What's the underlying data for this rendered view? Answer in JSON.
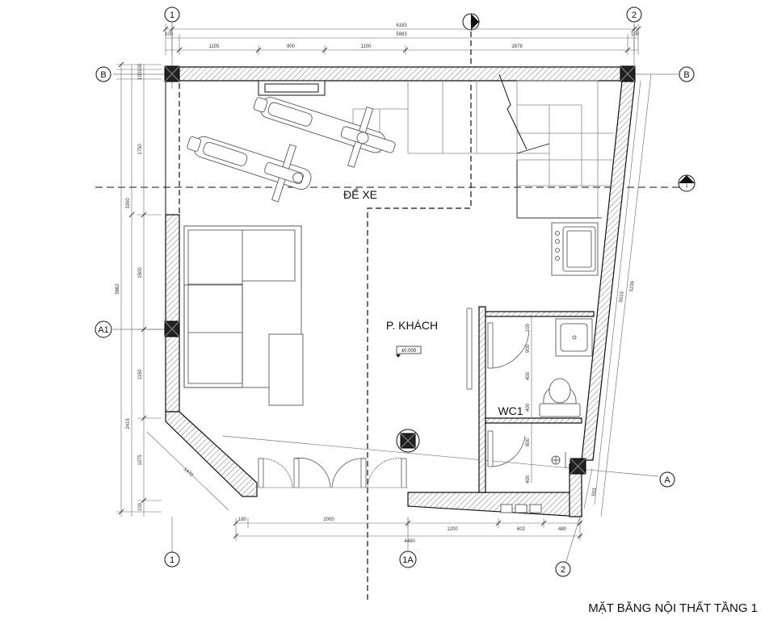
{
  "title": "MẶT BẰNG  NỘI THẤT TẦNG 1",
  "rooms": {
    "parking": "ĐỂ XE",
    "living": "P. KHÁCH",
    "wc": "WC1"
  },
  "level_mark": "±0.000",
  "grid": {
    "col_1": "1",
    "col_2": "2",
    "col_1a": "1A",
    "row_b": "B",
    "row_a1": "A1",
    "row_a": "A"
  },
  "section_marks": {
    "top": "1",
    "right": "1"
  },
  "dims": {
    "top_overall": "6183",
    "top_inner": "5983",
    "top_left_offset": "100",
    "top_right_offset": "100",
    "top_seg_1": "1105",
    "top_seg_2": "900",
    "top_seg_3": "1100",
    "top_seg_4": "2878",
    "left_overall": "5862",
    "left_seg_top": "3350",
    "left_seg_bottom": "2415",
    "left_sub_1": "1750",
    "left_sub_2": "1500",
    "left_sub_3": "1150",
    "left_sub_4": "1075",
    "left_small_top_1": "100",
    "left_small_top_2": "100",
    "left_small_bottom": "100",
    "bottom_seg_1": "180",
    "bottom_seg_2": "2000",
    "bottom_seg_3": "1200",
    "bottom_seg_4": "602",
    "bottom_seg_5": "480",
    "bottom_overall": "4460",
    "diag_left": "1470",
    "right_outer": "5236",
    "right_inner": "5010",
    "right_bottom": "603",
    "wc_1": "100",
    "wc_2": "900",
    "wc_3": "400",
    "wc_4": "400",
    "wc_5": "800",
    "wc_6": "400"
  }
}
